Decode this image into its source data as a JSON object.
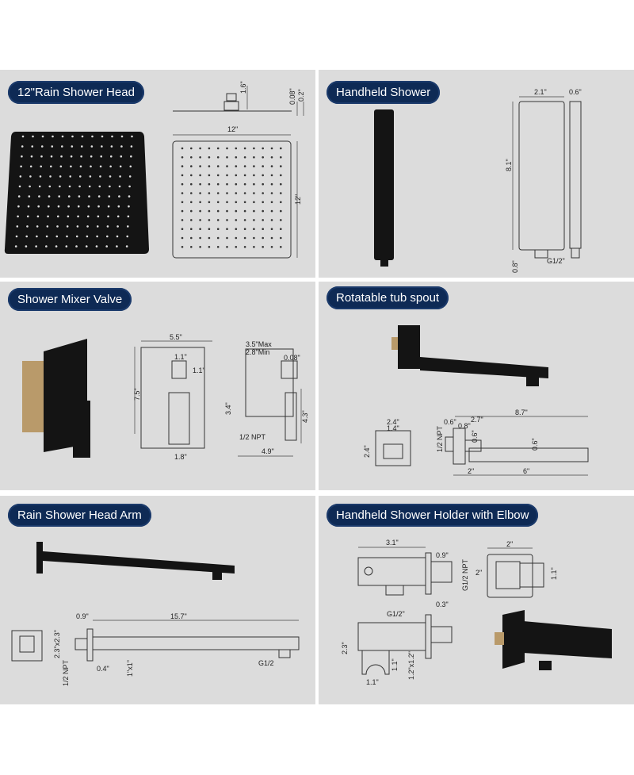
{
  "panels": [
    {
      "title": "12\"Rain Shower Head",
      "dims": [
        "12\"",
        "12\"",
        "1.6\"",
        "0.08\"",
        "0.2\""
      ]
    },
    {
      "title": "Handheld Shower",
      "dims": [
        "2.1\"",
        "0.6\"",
        "8.1\"",
        "0.8\"",
        "G1/2\""
      ]
    },
    {
      "title": "Shower Mixer Valve",
      "dims": [
        "5.5\"",
        "7.5\"",
        "1.1\"",
        "1.1\"",
        "1.8\"",
        "3.5\"Max",
        "2.8\"Min",
        "0.08\"",
        "3.4\"",
        "1/2 NPT",
        "4.9\"",
        "4.3\""
      ]
    },
    {
      "title": "Rotatable tub spout",
      "dims": [
        "2.4\"",
        "1.4\"",
        "2.4\"",
        "1/2 NPT",
        "0.6\"",
        "0.8\"",
        "2.7\"",
        "8.7\"",
        "0.6\"",
        "0.6\"",
        "2\"",
        "6\""
      ]
    },
    {
      "title": "Rain Shower Head Arm",
      "dims": [
        "0.9\"",
        "15.7\"",
        "2.3\"x2.3\"",
        "1/2 NPT",
        "0.4\"",
        "1\"x1\"",
        "G1/2"
      ]
    },
    {
      "title": "Handheld Shower Holder with Elbow",
      "dims": [
        "3.1\"",
        "0.9\"",
        "G1/2 NPT",
        "0.3\"",
        "G1/2\"",
        "2\"",
        "2\"",
        "1.1\"",
        "2.3\"",
        "1.1\"",
        "1.2\"x1.2\"",
        "1.1\""
      ]
    }
  ]
}
